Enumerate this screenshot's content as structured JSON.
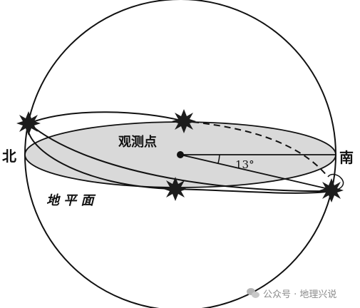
{
  "labels": {
    "north": "北",
    "south": "南",
    "observer": "观测点",
    "plane": "地 平 面",
    "angle": "13°"
  },
  "watermark": {
    "text": "公众号 · 地理兴说"
  },
  "colors": {
    "plane_fill": "#d9d9d9",
    "line": "#111111",
    "star": "#1c1c1c"
  }
}
